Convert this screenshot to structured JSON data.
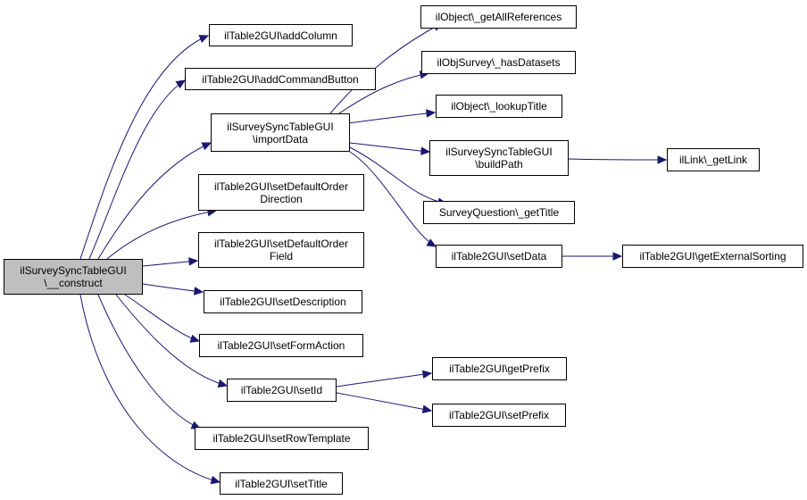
{
  "colors": {
    "edge": "#191970",
    "root_fill": "#bfbfbf",
    "node_fill": "#ffffff",
    "border": "#000000"
  },
  "nodes": [
    {
      "id": "root",
      "label": "ilSurveySyncTableGUI\n\\__construct"
    },
    {
      "id": "addColumn",
      "label": "ilTable2GUI\\addColumn"
    },
    {
      "id": "addCommandButton",
      "label": "ilTable2GUI\\addCommandButton"
    },
    {
      "id": "importData",
      "label": "ilSurveySyncTableGUI\n\\importData"
    },
    {
      "id": "setDefaultOrderDirection",
      "label": "ilTable2GUI\\setDefaultOrder\nDirection"
    },
    {
      "id": "setDefaultOrderField",
      "label": "ilTable2GUI\\setDefaultOrder\nField"
    },
    {
      "id": "setDescription",
      "label": "ilTable2GUI\\setDescription"
    },
    {
      "id": "setFormAction",
      "label": "ilTable2GUI\\setFormAction"
    },
    {
      "id": "setId",
      "label": "ilTable2GUI\\setId"
    },
    {
      "id": "setRowTemplate",
      "label": "ilTable2GUI\\setRowTemplate"
    },
    {
      "id": "setTitle",
      "label": "ilTable2GUI\\setTitle"
    },
    {
      "id": "getAllReferences",
      "label": "ilObject\\_getAllReferences"
    },
    {
      "id": "hasDatasets",
      "label": "ilObjSurvey\\_hasDatasets"
    },
    {
      "id": "lookupTitle",
      "label": "ilObject\\_lookupTitle"
    },
    {
      "id": "buildPath",
      "label": "ilSurveySyncTableGUI\n\\buildPath"
    },
    {
      "id": "getQTitle",
      "label": "SurveyQuestion\\_getTitle"
    },
    {
      "id": "setData",
      "label": "ilTable2GUI\\setData"
    },
    {
      "id": "getLink",
      "label": "ilLink\\_getLink"
    },
    {
      "id": "getExternalSorting",
      "label": "ilTable2GUI\\getExternalSorting"
    },
    {
      "id": "getPrefix",
      "label": "ilTable2GUI\\getPrefix"
    },
    {
      "id": "setPrefix",
      "label": "ilTable2GUI\\setPrefix"
    }
  ],
  "edges": [
    [
      "root",
      "addColumn"
    ],
    [
      "root",
      "addCommandButton"
    ],
    [
      "root",
      "importData"
    ],
    [
      "root",
      "setDefaultOrderDirection"
    ],
    [
      "root",
      "setDefaultOrderField"
    ],
    [
      "root",
      "setDescription"
    ],
    [
      "root",
      "setFormAction"
    ],
    [
      "root",
      "setId"
    ],
    [
      "root",
      "setRowTemplate"
    ],
    [
      "root",
      "setTitle"
    ],
    [
      "importData",
      "getAllReferences"
    ],
    [
      "importData",
      "hasDatasets"
    ],
    [
      "importData",
      "lookupTitle"
    ],
    [
      "importData",
      "buildPath"
    ],
    [
      "importData",
      "getQTitle"
    ],
    [
      "importData",
      "setData"
    ],
    [
      "buildPath",
      "getLink"
    ],
    [
      "setData",
      "getExternalSorting"
    ],
    [
      "setId",
      "getPrefix"
    ],
    [
      "setId",
      "setPrefix"
    ]
  ]
}
